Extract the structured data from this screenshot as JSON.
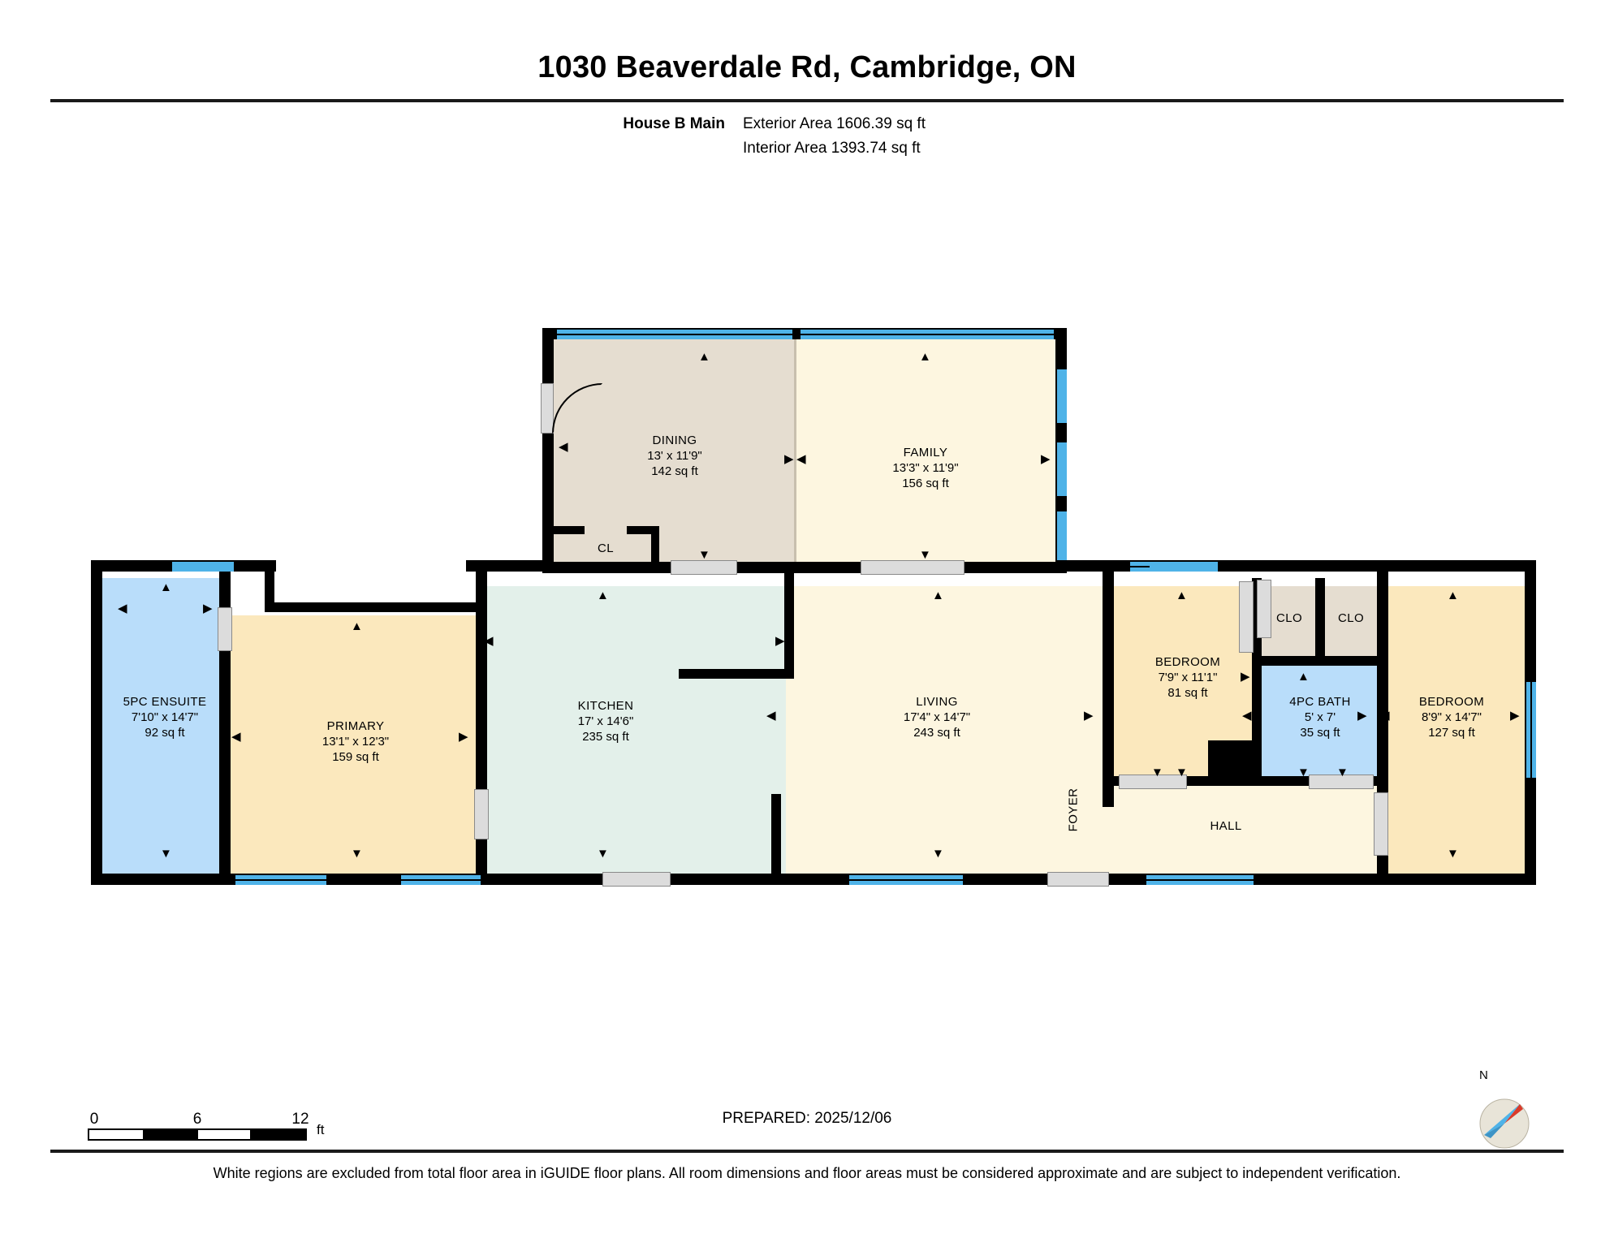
{
  "header": {
    "title": "1030 Beaverdale Rd, Cambridge, ON",
    "plan_label": "House B Main",
    "exterior_area": "Exterior Area 1606.39 sq ft",
    "interior_area": "Interior Area 1393.74 sq ft"
  },
  "footer": {
    "scale_ticks": [
      "0",
      "6",
      "12"
    ],
    "scale_unit": "ft",
    "prepared": "PREPARED: 2025/12/06",
    "disclaimer": "White regions are excluded from total floor area in iGUIDE floor plans. All room dimensions and floor areas must be considered approximate and are subject to independent verification.",
    "compass_north": "N"
  },
  "colors": {
    "bedroom_fill": "#fbe8bd",
    "living_fill": "#fdf6e0",
    "dining_fill": "#e5ddd0",
    "kitchen_fill": "#e3f0ea",
    "bath_fill": "#b9ddfa",
    "closet_fill": "#e5ddd0",
    "window": "#4fb3e8",
    "wall": "#000000",
    "door": "#dcdcdc"
  },
  "rooms": [
    {
      "id": "dining",
      "name": "DINING",
      "dims": "13' x 11'9\"",
      "area": "142 sq ft"
    },
    {
      "id": "family",
      "name": "FAMILY",
      "dims": "13'3\" x 11'9\"",
      "area": "156 sq ft"
    },
    {
      "id": "cl",
      "name": "CL",
      "dims": "",
      "area": ""
    },
    {
      "id": "ensuite",
      "name": "5PC ENSUITE",
      "dims": "7'10\" x 14'7\"",
      "area": "92 sq ft"
    },
    {
      "id": "primary",
      "name": "PRIMARY",
      "dims": "13'1\" x 12'3\"",
      "area": "159 sq ft"
    },
    {
      "id": "kitchen",
      "name": "KITCHEN",
      "dims": "17' x 14'6\"",
      "area": "235 sq ft"
    },
    {
      "id": "living",
      "name": "LIVING",
      "dims": "17'4\" x 14'7\"",
      "area": "243 sq ft"
    },
    {
      "id": "bedroom1",
      "name": "BEDROOM",
      "dims": "7'9\" x 11'1\"",
      "area": "81 sq ft"
    },
    {
      "id": "clo1",
      "name": "CLO",
      "dims": "",
      "area": ""
    },
    {
      "id": "clo2",
      "name": "CLO",
      "dims": "",
      "area": ""
    },
    {
      "id": "bath4pc",
      "name": "4PC BATH",
      "dims": "5' x 7'",
      "area": "35 sq ft"
    },
    {
      "id": "bedroom2",
      "name": "BEDROOM",
      "dims": "8'9\" x 14'7\"",
      "area": "127 sq ft"
    },
    {
      "id": "hall",
      "name": "HALL",
      "dims": "",
      "area": ""
    },
    {
      "id": "foyer",
      "name": "FOYER",
      "dims": "",
      "area": ""
    }
  ]
}
